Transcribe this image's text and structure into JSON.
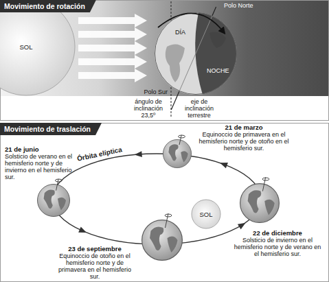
{
  "diagram": {
    "nodes": [
      {
        "text": [
          "Movimiento de rotación"
        ]
      },
      {
        "text": [
          "SOL"
        ],
        "in": 0
      },
      {
        "text": [
          "DÍA",
          "NOCHE"
        ],
        "in": 0
      },
      {
        "text": [
          "Movimiento de traslación"
        ]
      },
      {
        "text": [
          "SOL"
        ],
        "in": 3
      }
    ],
    "labels": [
      "Polo Norte",
      "Polo Sur",
      "ángulo de inclinación 23,5º",
      "eje de inclinación terrestre",
      "Órbita elíptica",
      "21 de marzo",
      "Equinoccio de primavera en el hemisferio norte y de otoño en el hemisferio sur.",
      "21 de junio",
      "Solsticio de verano en el hemisferio norte y de invierno en el hemisferio sur.",
      "23 de septiembre",
      "Equinoccio de otoño en el hemisferio norte y de primavera en el hemisferio sur.",
      "22 de diciembre",
      "Solsticio de invierno en el hemisferio norte y de verano en el hemisferio sur."
    ]
  }
}
